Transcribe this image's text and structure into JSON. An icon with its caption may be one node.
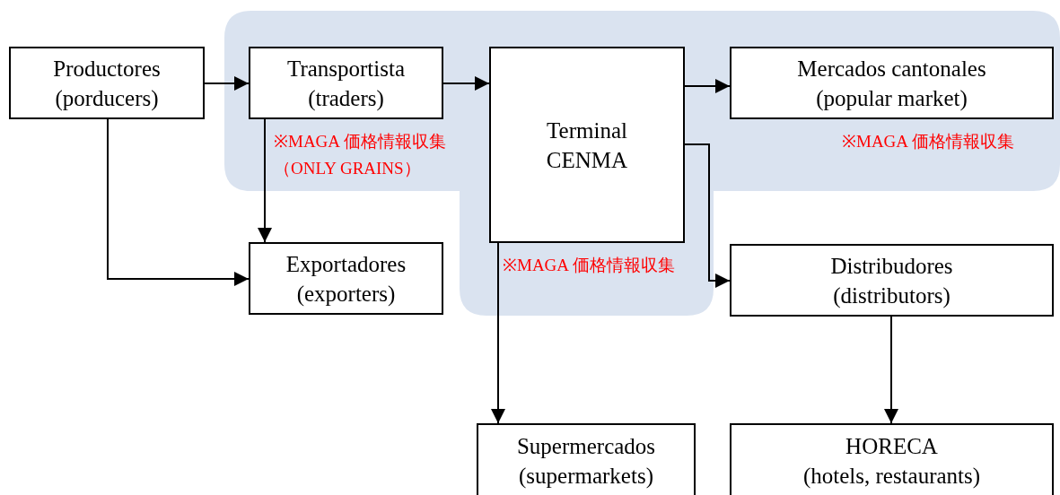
{
  "diagram": {
    "nodes": [
      {
        "text": [
          "Productores",
          "(porducers)"
        ]
      },
      {
        "text": [
          "Transportista",
          "(traders)"
        ]
      },
      {
        "text": [
          "Terminal",
          "CENMA"
        ]
      },
      {
        "text": [
          "Mercados cantonales",
          "(popular market)"
        ]
      },
      {
        "text": [
          "Exportadores",
          "(exporters)"
        ]
      },
      {
        "text": [
          "Distribudores",
          "(distributors)"
        ]
      },
      {
        "text": [
          "Supermercados",
          "(supermarkets)"
        ]
      },
      {
        "text": [
          "HORECA",
          "(hotels, restaurants)"
        ]
      }
    ],
    "edges": [
      {
        "from": 0,
        "to": 1,
        "arrow": "to"
      },
      {
        "from": 1,
        "to": 2,
        "arrow": "to"
      },
      {
        "from": 2,
        "to": 3,
        "arrow": "to"
      },
      {
        "from": 1,
        "to": 4,
        "arrow": "to"
      },
      {
        "from": 0,
        "to": 4,
        "arrow": "to"
      },
      {
        "from": 2,
        "to": 5,
        "arrow": "to"
      },
      {
        "from": 2,
        "to": 6,
        "arrow": "to"
      },
      {
        "from": 5,
        "to": 7,
        "arrow": "to"
      }
    ],
    "labels": [
      "※MAGA 価格情報収集（ONLY GRAINS）",
      "※MAGA 価格情報収集",
      "※MAGA 価格情報収集"
    ]
  }
}
